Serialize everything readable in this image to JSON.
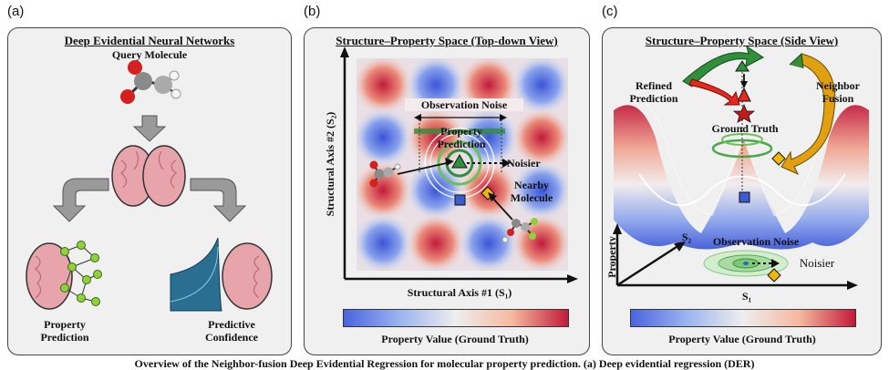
{
  "panels": {
    "a": {
      "tag": "(a)",
      "title": "Deep Evidential Neural Networks",
      "query_label": "Query Molecule",
      "left_label": "Property\nPrediction",
      "right_label": "Predictive\nConfidence"
    },
    "b": {
      "tag": "(b)",
      "title": "Structure–Property Space (Top-down View)",
      "observation_noise": "Observation Noise",
      "property_prediction": "Property\nPrediction",
      "noisier": "Noisier",
      "nearby_molecule": "Nearby\nMolecule",
      "x_axis": "Structural Axis #1 (S₁)",
      "y_axis": "Structural Axis #2 (S₂)",
      "colorbar_label": "Property Value (Ground Truth)"
    },
    "c": {
      "tag": "(c)",
      "title": "Structure–Property Space (Side View)",
      "refined_prediction": "Refined\nPrediction",
      "neighbor_fusion": "Neighbor\nFusion",
      "ground_truth": "Ground Truth",
      "observation_noise": "Observation Noise",
      "noisier": "Noisier",
      "axis_property": "Property",
      "axis_s1": "S₁",
      "axis_s2": "S₂",
      "colorbar_label": "Property Value (Ground Truth)"
    }
  },
  "footer": "Overview of the Neighbor-fusion Deep Evidential Regression for molecular property prediction. (a) Deep evidential regression (DER)",
  "colors": {
    "brain": "#e8a4ab",
    "brain_dark": "#b86a72",
    "arrow_gray": "#9a9a9a",
    "graph_green": "#8ed13b",
    "prediction_green": "#2f8f3a",
    "refined_red": "#e8281e",
    "neighbor_yellow": "#f2b705",
    "query_blue": "#3d5bd1",
    "heat_blue": "#4a64e0",
    "heat_red": "#c21a3a"
  }
}
